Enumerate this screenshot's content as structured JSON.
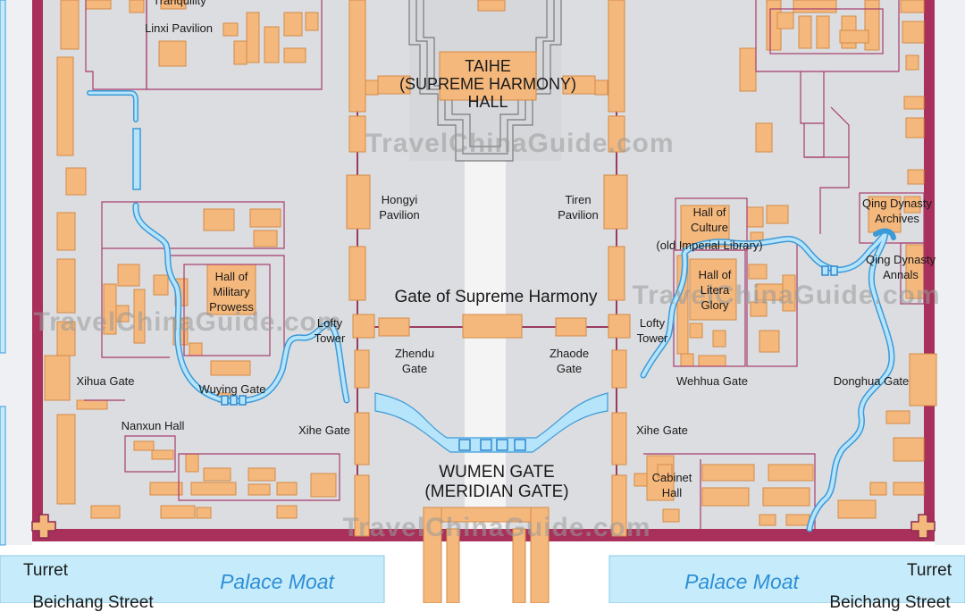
{
  "colors": {
    "wall": "#a8305a",
    "ground": "#dcdde0",
    "building": "#f5b87c",
    "building_stroke": "#d28a48",
    "water": "#b5e4fb",
    "water_stroke": "#3d9ad8",
    "moat": "#c6ecfb",
    "corner_turret": "#f5b87c",
    "courtyard_line": "#a63c6e"
  },
  "watermark": "TravelChinaGuide.com",
  "labels": {
    "tranquility": "Tranquility",
    "linxi_pavilion": "Linxi Pavilion",
    "taihe_hall": [
      "TAIHE",
      "(SUPREME HARMONY)",
      "HALL"
    ],
    "hongyi_pavilion": [
      "Hongyi",
      "Pavilion"
    ],
    "tiren_pavilion": [
      "Tiren",
      "Pavilion"
    ],
    "hall_of_culture": [
      "Hall of",
      "Culture"
    ],
    "old_imperial_library": "(old Imperial Library)",
    "qing_archives": [
      "Qing Dynasty",
      "Archives"
    ],
    "qing_annals": [
      "Qing Dynasty",
      "Annals"
    ],
    "hall_military_prowess": [
      "Hall of",
      "Military",
      "Prowess"
    ],
    "gate_supreme_harmony": "Gate of Supreme Harmony",
    "lofty_tower_left": [
      "Lofty",
      "Tower"
    ],
    "lofty_tower_right": [
      "Lofty",
      "Tower"
    ],
    "hall_litera_glory": [
      "Hall of",
      "Litera",
      "Glory"
    ],
    "zhendu_gate": [
      "Zhendu",
      "Gate"
    ],
    "zhaode_gate": [
      "Zhaode",
      "Gate"
    ],
    "xihua_gate": "Xihua Gate",
    "wuying_gate": "Wuying Gate",
    "wehhua_gate": "Wehhua Gate",
    "donghua_gate": "Donghua Gate",
    "nanxun_hall": "Nanxun Hall",
    "xihe_gate_left": "Xihe Gate",
    "xihe_gate_right": "Xihe Gate",
    "wumen_gate": [
      "WUMEN GATE",
      "(MERIDIAN GATE)"
    ],
    "cabinet_hall": [
      "Cabinet",
      "Hall"
    ],
    "turret_left": "Turret",
    "turret_right": "Turret",
    "palace_moat_left": "Palace Moat",
    "palace_moat_right": "Palace Moat",
    "bottom_left_partial": "Beichang Street",
    "bottom_right_partial": "Beichang Street"
  }
}
